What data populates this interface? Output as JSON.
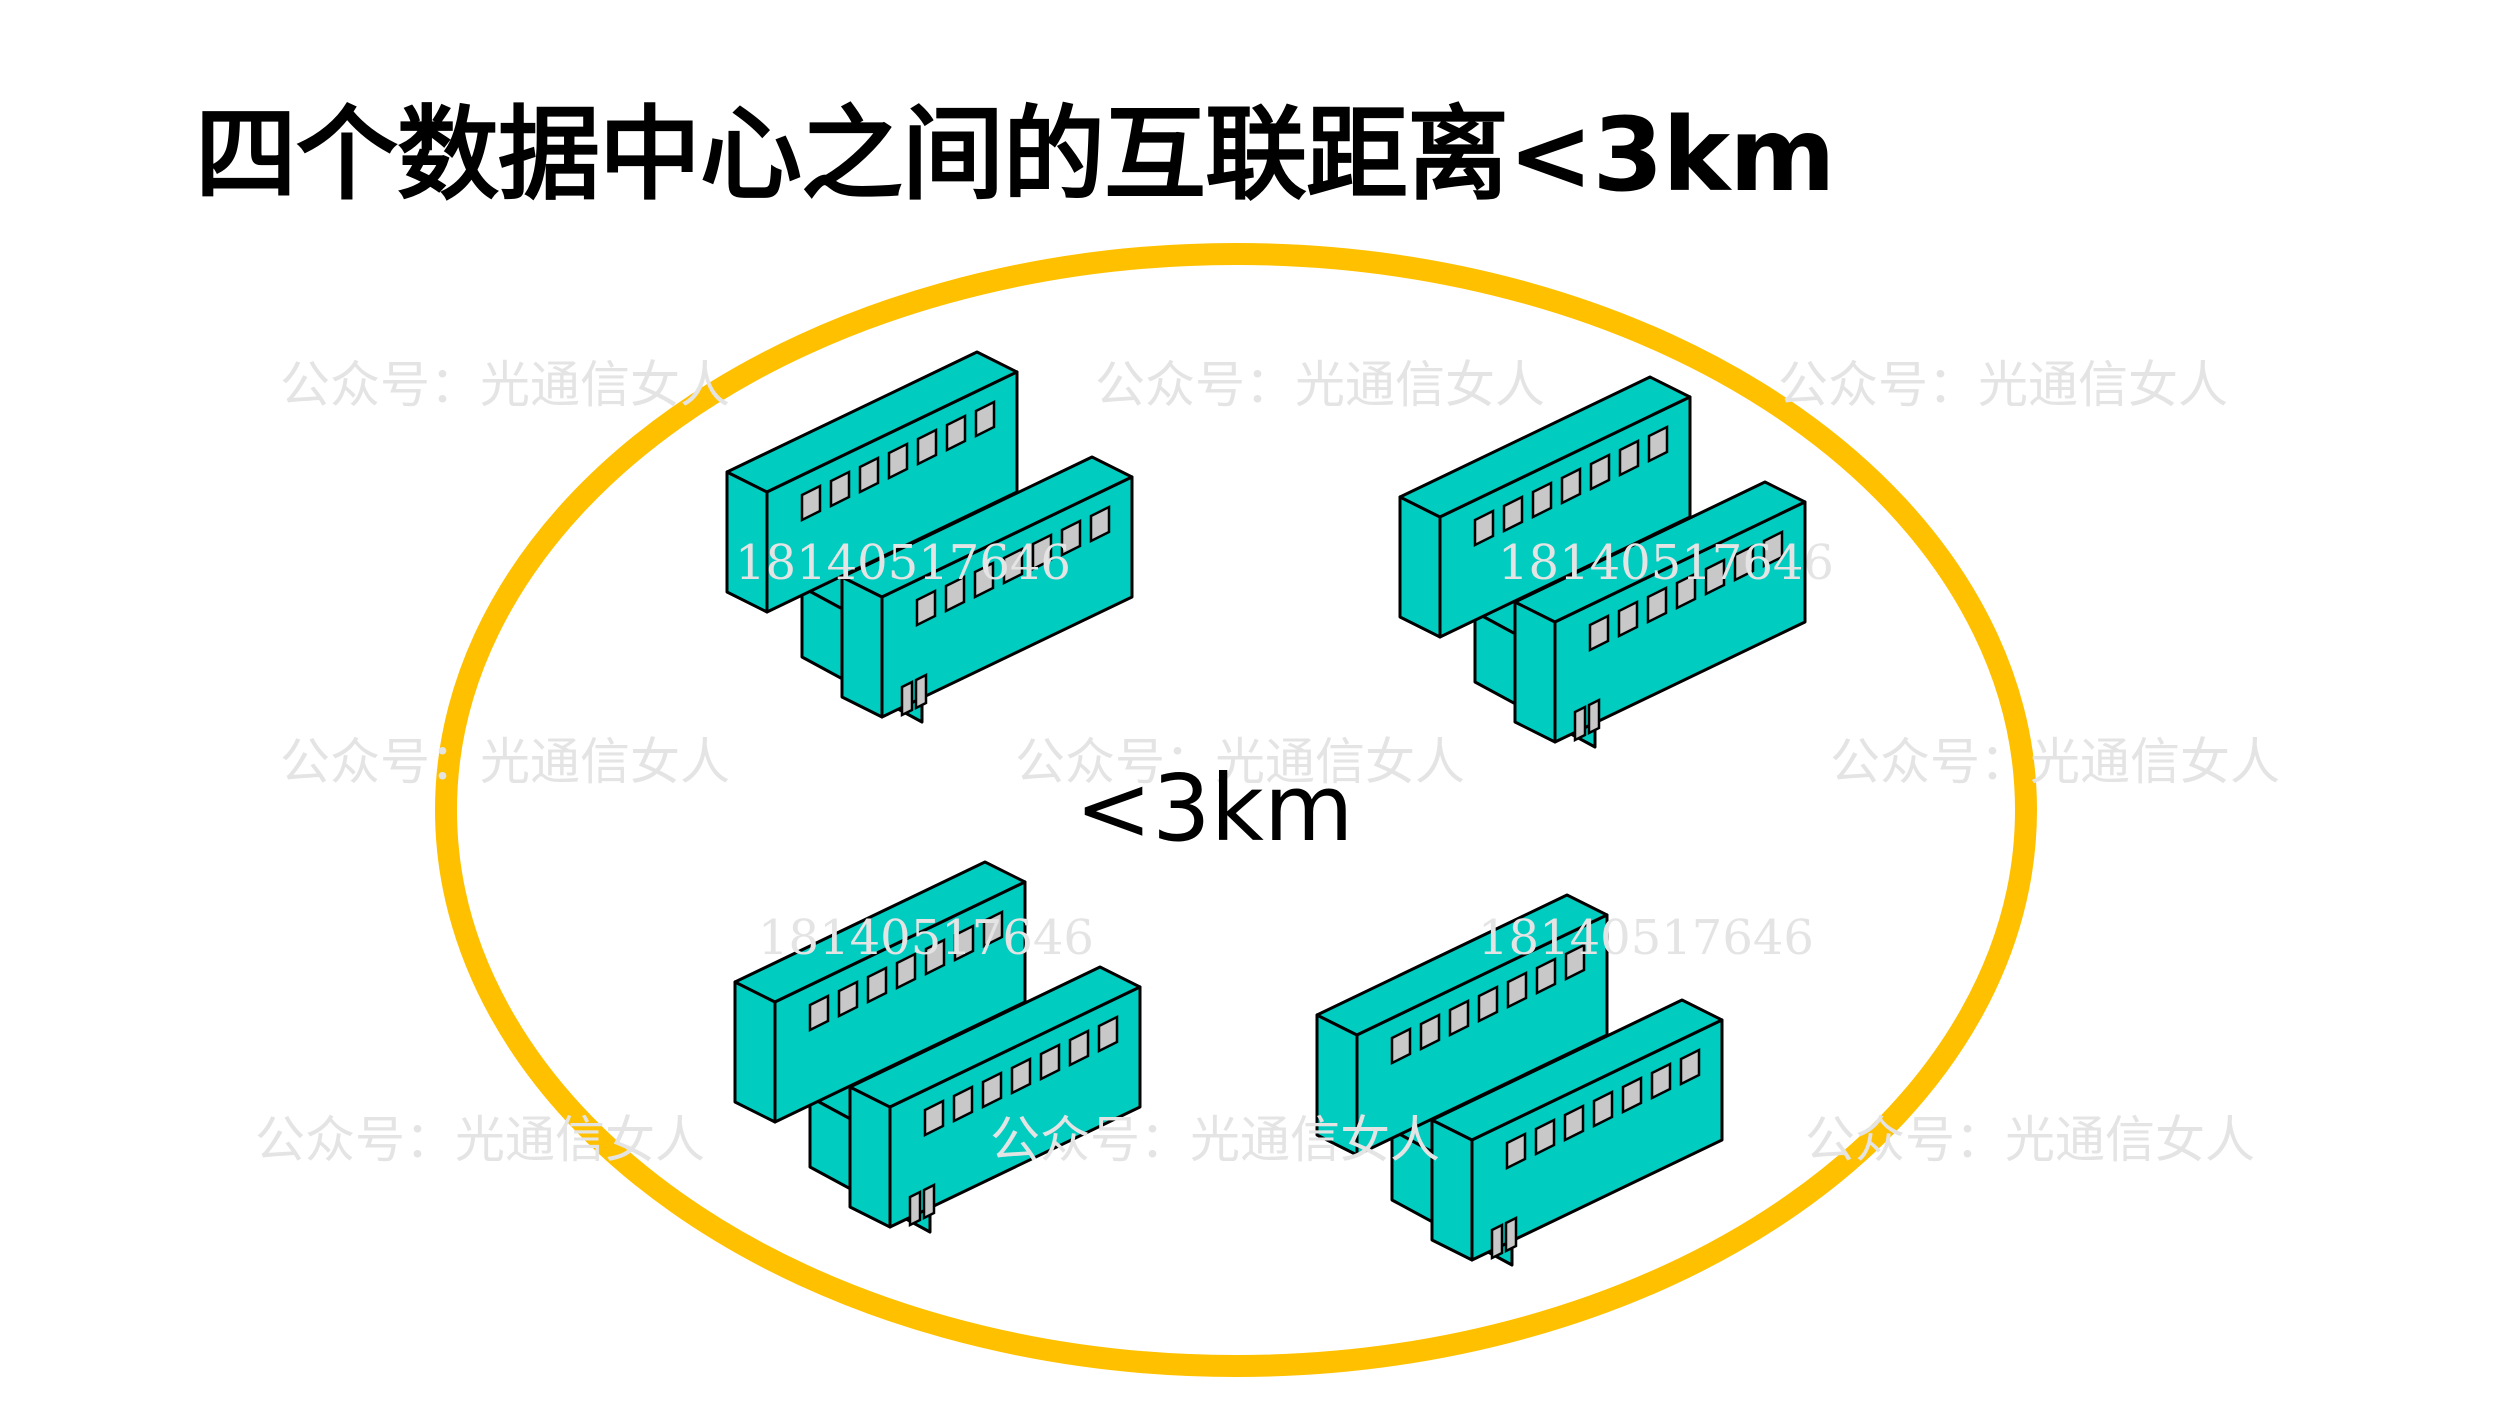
{
  "title": "四个数据中心之间的互联距离<3km",
  "distance_label": "<3km",
  "watermarks": {
    "account": "公众号：光通信女人",
    "phone": "18140517646"
  },
  "colors": {
    "boundary": "#FFC000",
    "building": "#00CCC0",
    "window": "#C8C8C8",
    "outline": "#000000"
  },
  "icons": [
    "data-center-building-icon"
  ]
}
